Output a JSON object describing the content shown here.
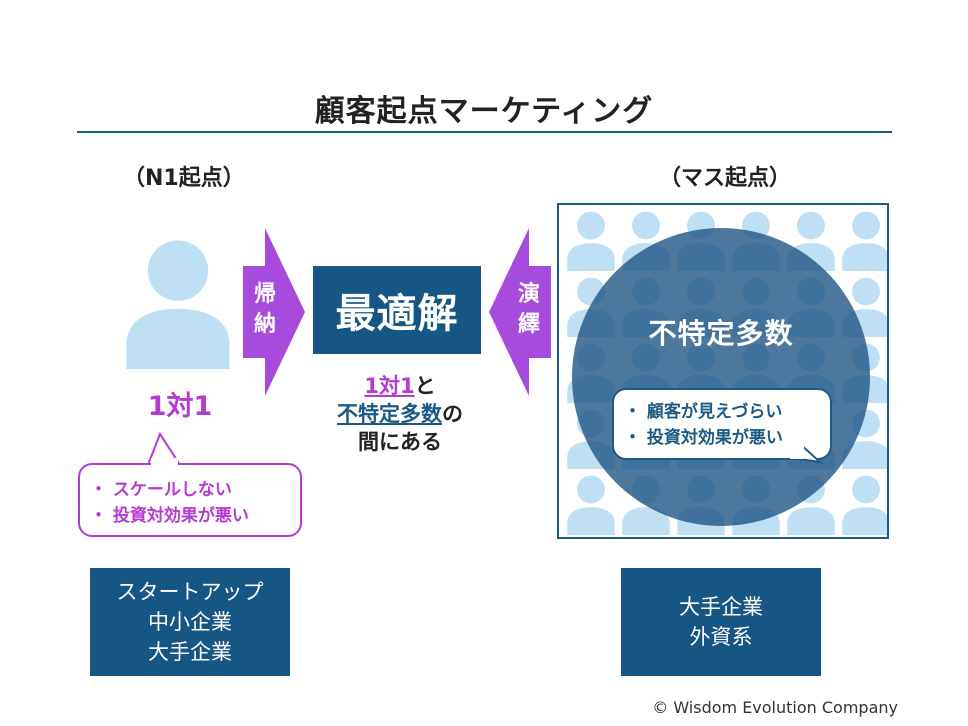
{
  "title": "顧客起点マーケティング",
  "left": {
    "section_label": "（N1起点）",
    "emphasis": "1対1",
    "bullets": [
      "・ スケールしない",
      "・ 投資対効果が悪い"
    ],
    "segments": [
      "スタートアップ",
      "中小企業",
      "大手企業"
    ]
  },
  "right": {
    "section_label": "（マス起点）",
    "emphasis": "不特定多数",
    "bullets": [
      "・ 顧客が見えづらい",
      "・ 投資対効果が悪い"
    ],
    "segments": [
      "大手企業",
      "外資系"
    ]
  },
  "arrows": {
    "left_chars": [
      "帰",
      "納"
    ],
    "right_chars": [
      "演",
      "繹"
    ]
  },
  "center": {
    "box_label": "最適解",
    "line1_highlight": "1対1",
    "line1_suffix": "と",
    "line2_highlight": "不特定多数",
    "line2_suffix": "の",
    "line3": "間にある"
  },
  "copyright": "© Wisdom Evolution Company",
  "colors": {
    "navy": "#165684",
    "purple": "#a64bdb",
    "magenta": "#b43ad1",
    "person_light": "#bfe0f4"
  }
}
